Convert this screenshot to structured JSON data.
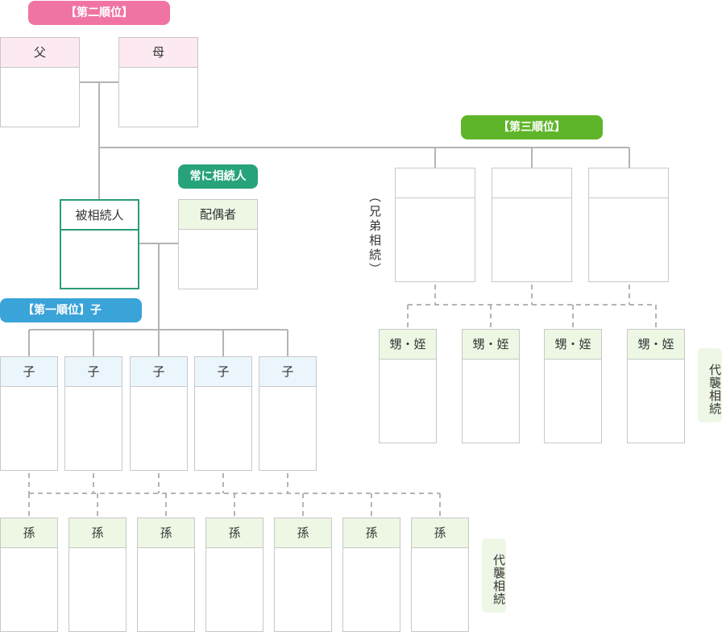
{
  "badges": {
    "second": "【第二順位】",
    "third": "【第三順位】",
    "always": "常に相続人",
    "first": "【第一順位】子"
  },
  "nodes": {
    "father": "父",
    "mother": "母",
    "decedent": "被相続人",
    "spouse": "配偶者",
    "siblings_label": "（兄弟相続）",
    "children": [
      "子",
      "子",
      "子",
      "子",
      "子"
    ],
    "nephews": [
      "甥・姪",
      "甥・姪",
      "甥・姪",
      "甥・姪"
    ],
    "grandchildren": [
      "孫",
      "孫",
      "孫",
      "孫",
      "孫",
      "孫",
      "孫"
    ]
  },
  "notes": {
    "representative_right": "代襲相続",
    "representative_bottom": "代襲相続"
  },
  "colors": {
    "pink": "#f074a3",
    "green": "#5fb52a",
    "teal": "#27a37b",
    "blue": "#3aa3d8"
  }
}
